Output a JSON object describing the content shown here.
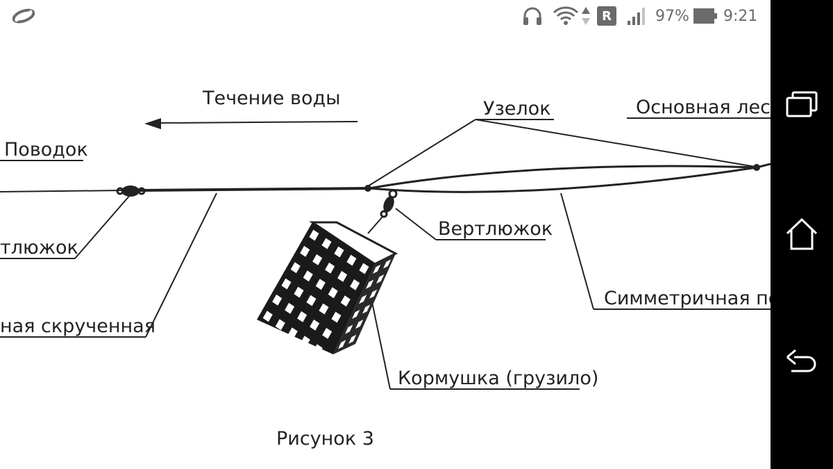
{
  "status_bar": {
    "app_icon": "app-logo-icon",
    "icons": [
      "headphones-icon",
      "wifi-icon",
      "data-arrows-icon",
      "roaming-r-icon",
      "signal-icon"
    ],
    "roaming_letter": "R",
    "battery_percent": "97%",
    "battery_level": 0.97,
    "time": "9:21"
  },
  "figure": {
    "labels": {
      "water_flow": "Течение воды",
      "knot": "Узелок",
      "main_line": "Основная леско",
      "leader": "Поводок",
      "swivel_left": "тлюжок",
      "swivel_right": "Вертлюжок",
      "symmetric_loop": "Симметричная пет",
      "twisted": "ная скрученная",
      "feeder": "Кормушка (грузило)",
      "caption": "Рисунок 3"
    }
  },
  "nav_bar": {
    "buttons": [
      "recent-apps-icon",
      "home-icon",
      "back-icon"
    ]
  }
}
